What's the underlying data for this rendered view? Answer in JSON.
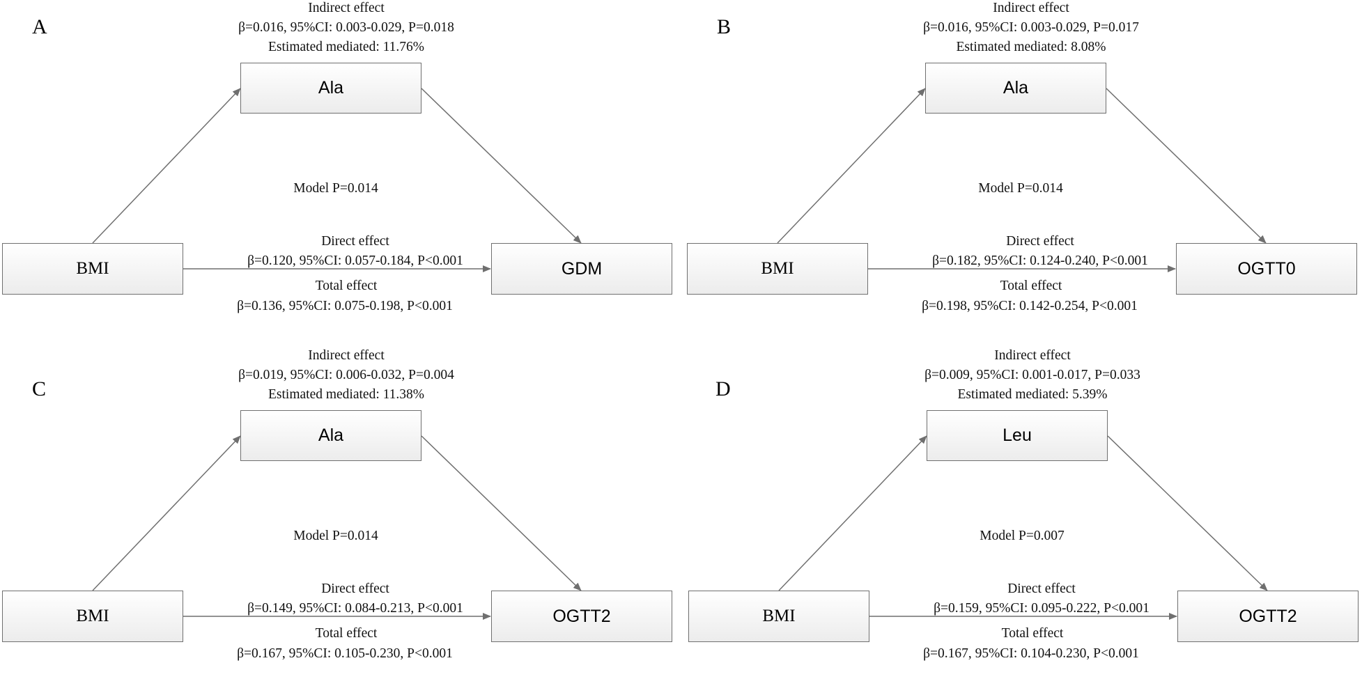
{
  "panels": [
    {
      "letter": "A",
      "mediator": "Ala",
      "exposure": "BMI",
      "outcome": "GDM",
      "indirect_title": "Indirect effect",
      "indirect_stats": "β=0.016, 95%CI: 0.003-0.029, P=0.018",
      "estimated_mediated": "Estimated mediated: 11.76%",
      "model_p": "Model P=0.014",
      "direct_title": "Direct effect",
      "direct_stats": "β=0.120, 95%CI: 0.057-0.184, P<0.001",
      "total_title": "Total effect",
      "total_stats": "β=0.136, 95%CI: 0.075-0.198, P<0.001"
    },
    {
      "letter": "B",
      "mediator": "Ala",
      "exposure": "BMI",
      "outcome": "OGTT0",
      "indirect_title": "Indirect effect",
      "indirect_stats": "β=0.016, 95%CI: 0.003-0.029, P=0.017",
      "estimated_mediated": "Estimated mediated: 8.08%",
      "model_p": "Model P=0.014",
      "direct_title": "Direct effect",
      "direct_stats": "β=0.182, 95%CI: 0.124-0.240, P<0.001",
      "total_title": "Total effect",
      "total_stats": "β=0.198, 95%CI: 0.142-0.254, P<0.001"
    },
    {
      "letter": "C",
      "mediator": "Ala",
      "exposure": "BMI",
      "outcome": "OGTT2",
      "indirect_title": "Indirect effect",
      "indirect_stats": "β=0.019, 95%CI: 0.006-0.032, P=0.004",
      "estimated_mediated": "Estimated mediated: 11.38%",
      "model_p": "Model P=0.014",
      "direct_title": "Direct effect",
      "direct_stats": "β=0.149, 95%CI: 0.084-0.213, P<0.001",
      "total_title": "Total effect",
      "total_stats": "β=0.167, 95%CI: 0.105-0.230, P<0.001"
    },
    {
      "letter": "D",
      "mediator": "Leu",
      "exposure": "BMI",
      "outcome": "OGTT2",
      "indirect_title": "Indirect effect",
      "indirect_stats": "β=0.009, 95%CI: 0.001-0.017, P=0.033",
      "estimated_mediated": "Estimated mediated: 5.39%",
      "model_p": "Model P=0.007",
      "direct_title": "Direct effect",
      "direct_stats": "β=0.159, 95%CI: 0.095-0.222, P<0.001",
      "total_title": "Total effect",
      "total_stats": "β=0.167, 95%CI: 0.104-0.230, P<0.001"
    }
  ],
  "colors": {
    "line": "#6f6f6f",
    "box_border": "#6f6f6f",
    "text": "#111111"
  }
}
